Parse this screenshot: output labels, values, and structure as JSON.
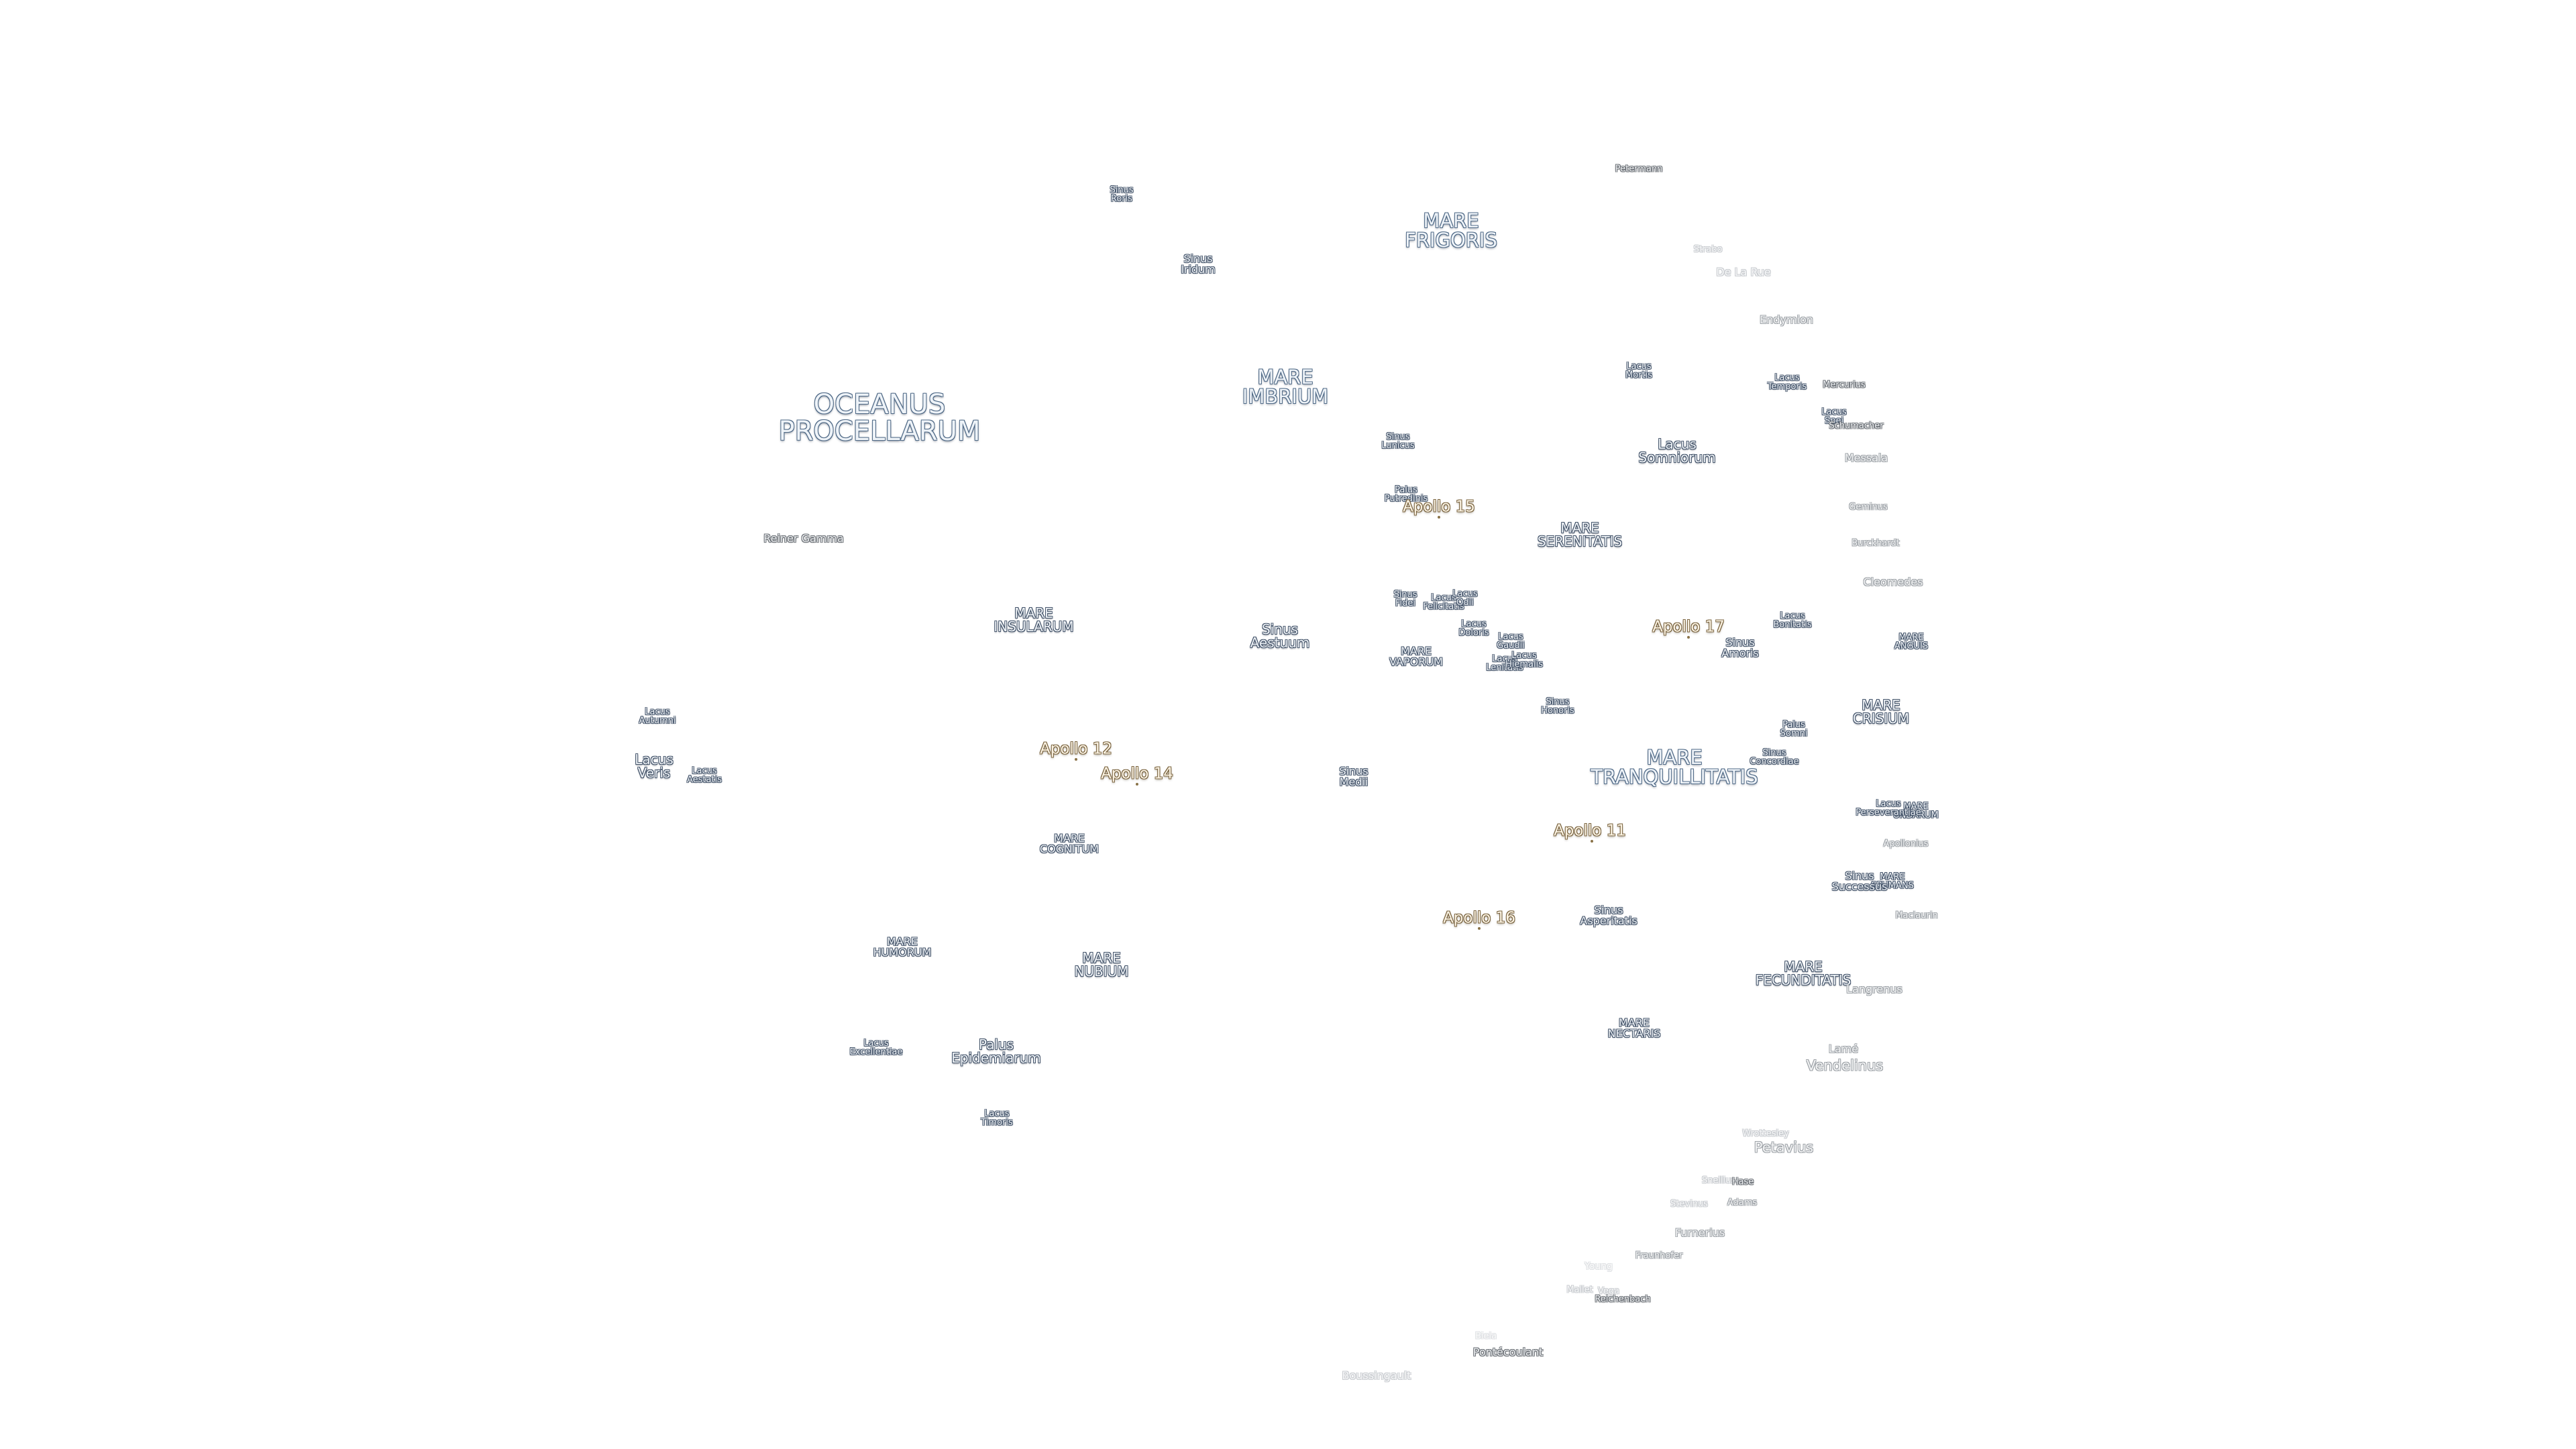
{
  "map": {
    "background": "#ffffff",
    "seas": [
      {
        "id": "oceanus-procellarum",
        "lines": [
          "OCEANUS",
          "PROCELLARUM"
        ]
      },
      {
        "id": "mare-frigoris",
        "lines": [
          "MARE",
          "FRIGORIS"
        ]
      },
      {
        "id": "mare-imbrium",
        "lines": [
          "MARE",
          "IMBRIUM"
        ]
      },
      {
        "id": "mare-serenitatis",
        "lines": [
          "MARE",
          "SERENITATIS"
        ]
      },
      {
        "id": "mare-tranquillitatis",
        "lines": [
          "MARE",
          "TRANQUILLITATIS"
        ]
      },
      {
        "id": "mare-crisium",
        "lines": [
          "MARE",
          "CRISIUM"
        ]
      },
      {
        "id": "mare-fecunditatis",
        "lines": [
          "MARE",
          "FECUNDITATIS"
        ]
      },
      {
        "id": "mare-nubium",
        "lines": [
          "MARE",
          "NUBIUM"
        ]
      },
      {
        "id": "mare-insularum",
        "lines": [
          "MARE",
          "INSULARUM"
        ]
      },
      {
        "id": "mare-humorum",
        "lines": [
          "MARE",
          "HUMORUM"
        ]
      },
      {
        "id": "mare-cognitum",
        "lines": [
          "MARE",
          "COGNITUM"
        ]
      },
      {
        "id": "mare-nectaris",
        "lines": [
          "MARE",
          "NECTARIS"
        ]
      },
      {
        "id": "mare-vaporum",
        "lines": [
          "MARE",
          "VAPORUM"
        ]
      },
      {
        "id": "mare-anguis",
        "lines": [
          "MARE",
          "ANGUIS"
        ]
      },
      {
        "id": "mare-spumans",
        "lines": [
          "MARE",
          "SPUMANS"
        ]
      },
      {
        "id": "mare-undarum",
        "lines": [
          "MARE",
          "UNDARUM"
        ]
      },
      {
        "id": "lacus-somniorum",
        "lines": [
          "Lacus",
          "Somniorum"
        ]
      },
      {
        "id": "lacus-veris",
        "lines": [
          "Lacus",
          "Veris"
        ]
      },
      {
        "id": "lacus-autumni",
        "lines": [
          "Lacus",
          "Autumni"
        ]
      },
      {
        "id": "lacus-aestatis",
        "lines": [
          "Lacus",
          "Aestatis"
        ]
      },
      {
        "id": "lacus-mortis",
        "lines": [
          "Lacus",
          "Mortis"
        ]
      },
      {
        "id": "lacus-temporis",
        "lines": [
          "Lacus",
          "Temporis"
        ]
      },
      {
        "id": "lacus-spei",
        "lines": [
          "Lacus",
          "Spei"
        ]
      },
      {
        "id": "lacus-bonitatis",
        "lines": [
          "Lacus",
          "Bonitatis"
        ]
      },
      {
        "id": "lacus-excellentiae",
        "lines": [
          "Lacus",
          "Excellentiae"
        ]
      },
      {
        "id": "lacus-timoris",
        "lines": [
          "Lacus",
          "Timoris"
        ]
      },
      {
        "id": "lacus-felicitatis",
        "lines": [
          "Lacus",
          "Felicitatis"
        ]
      },
      {
        "id": "lacus-odii",
        "lines": [
          "Lacus",
          "Odii"
        ]
      },
      {
        "id": "lacus-doloris",
        "lines": [
          "Lacus",
          "Doloris"
        ]
      },
      {
        "id": "lacus-gaudii",
        "lines": [
          "Lacus",
          "Gaudii"
        ]
      },
      {
        "id": "lacus-lenitatis",
        "lines": [
          "Lacus",
          "Lenitatis"
        ]
      },
      {
        "id": "lacus-hiemalis",
        "lines": [
          "Lacus",
          "Hiemalis"
        ]
      },
      {
        "id": "lacus-perseverantiae",
        "lines": [
          "Lacus",
          "Perseverantiae"
        ]
      },
      {
        "id": "sinus-roris",
        "lines": [
          "Sinus",
          "Roris"
        ]
      },
      {
        "id": "sinus-iridum",
        "lines": [
          "Sinus",
          "Iridum"
        ]
      },
      {
        "id": "sinus-lunicus",
        "lines": [
          "Sinus",
          "Lunicus"
        ]
      },
      {
        "id": "sinus-aestuum",
        "lines": [
          "Sinus",
          "Aestuum"
        ]
      },
      {
        "id": "sinus-medii",
        "lines": [
          "Sinus",
          "Medii"
        ]
      },
      {
        "id": "sinus-fidei",
        "lines": [
          "Sinus",
          "Fidei"
        ]
      },
      {
        "id": "sinus-amoris",
        "lines": [
          "Sinus",
          "Amoris"
        ]
      },
      {
        "id": "sinus-honoris",
        "lines": [
          "Sinus",
          "Honoris"
        ]
      },
      {
        "id": "sinus-concordiae",
        "lines": [
          "Sinus",
          "Concordiae"
        ]
      },
      {
        "id": "sinus-asperitatis",
        "lines": [
          "Sinus",
          "Asperitatis"
        ]
      },
      {
        "id": "sinus-successus",
        "lines": [
          "Sinus",
          "Successus"
        ]
      },
      {
        "id": "palus-putredinis",
        "lines": [
          "Palus",
          "Putredinis"
        ]
      },
      {
        "id": "palus-epidemiarum",
        "lines": [
          "Palus",
          "Epidemiarum"
        ]
      },
      {
        "id": "palus-somni",
        "lines": [
          "Palus",
          "Somni"
        ]
      }
    ],
    "craters": [
      {
        "id": "petermann",
        "name": "Petermann"
      },
      {
        "id": "strabo",
        "name": "Strabo"
      },
      {
        "id": "de-la-rue",
        "name": "De La Rue"
      },
      {
        "id": "endymion",
        "name": "Endymion"
      },
      {
        "id": "mercurius",
        "name": "Mercurius"
      },
      {
        "id": "schumacher",
        "name": "Schumacher"
      },
      {
        "id": "messala",
        "name": "Messala"
      },
      {
        "id": "geminus",
        "name": "Geminus"
      },
      {
        "id": "burckhardt",
        "name": "Burckhardt"
      },
      {
        "id": "cleomedes",
        "name": "Cleomedes"
      },
      {
        "id": "reiner-gamma",
        "name": "Reiner Gamma"
      },
      {
        "id": "apollonius",
        "name": "Apollonius"
      },
      {
        "id": "maclaurin",
        "name": "Maclaurin"
      },
      {
        "id": "langrenus",
        "name": "Langrenus"
      },
      {
        "id": "lame",
        "name": "Lamé"
      },
      {
        "id": "vendelinus",
        "name": "Vendelinus"
      },
      {
        "id": "wrottesley",
        "name": "Wrottesley"
      },
      {
        "id": "petavius",
        "name": "Petavius"
      },
      {
        "id": "snellius",
        "name": "Snellius"
      },
      {
        "id": "hase",
        "name": "Hase"
      },
      {
        "id": "stevinus",
        "name": "Stevinus"
      },
      {
        "id": "adams",
        "name": "Adams"
      },
      {
        "id": "furnerius",
        "name": "Furnerius"
      },
      {
        "id": "fraunhofer",
        "name": "Fraunhofer"
      },
      {
        "id": "young",
        "name": "Young"
      },
      {
        "id": "mallet",
        "name": "Mallet"
      },
      {
        "id": "vega",
        "name": "Vega"
      },
      {
        "id": "reichenbach",
        "name": "Reichenbach"
      },
      {
        "id": "biela",
        "name": "Biela"
      },
      {
        "id": "pontecoulant",
        "name": "Pontécoulant"
      },
      {
        "id": "boussingault",
        "name": "Boussingault"
      }
    ],
    "landing_sites": [
      {
        "id": "apollo-11",
        "name": "Apollo 11"
      },
      {
        "id": "apollo-12",
        "name": "Apollo 12"
      },
      {
        "id": "apollo-14",
        "name": "Apollo 14"
      },
      {
        "id": "apollo-15",
        "name": "Apollo 15"
      },
      {
        "id": "apollo-16",
        "name": "Apollo 16"
      },
      {
        "id": "apollo-17",
        "name": "Apollo 17"
      }
    ]
  }
}
